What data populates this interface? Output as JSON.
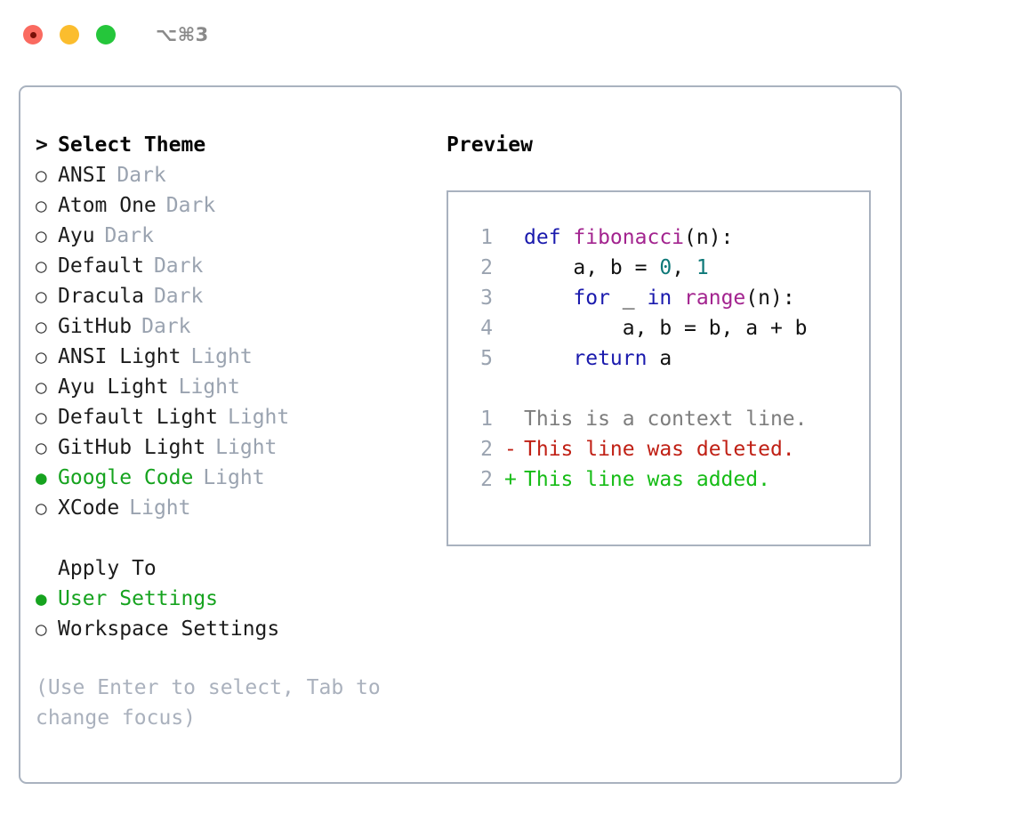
{
  "titlebar": {
    "shortcut": "⌥⌘3",
    "buttons": [
      "close",
      "minimize",
      "maximize"
    ]
  },
  "theme_picker": {
    "heading": "Select Theme",
    "heading_marker": ">",
    "bullet_unselected": "○",
    "bullet_selected": "●",
    "items": [
      {
        "label": "ANSI",
        "suffix": "Dark",
        "selected": false
      },
      {
        "label": "Atom One",
        "suffix": "Dark",
        "selected": false
      },
      {
        "label": "Ayu",
        "suffix": "Dark",
        "selected": false
      },
      {
        "label": "Default",
        "suffix": "Dark",
        "selected": false
      },
      {
        "label": "Dracula",
        "suffix": "Dark",
        "selected": false
      },
      {
        "label": "GitHub",
        "suffix": "Dark",
        "selected": false
      },
      {
        "label": "ANSI Light",
        "suffix": "Light",
        "selected": false
      },
      {
        "label": "Ayu Light",
        "suffix": "Light",
        "selected": false
      },
      {
        "label": "Default Light",
        "suffix": "Light",
        "selected": false
      },
      {
        "label": "GitHub Light",
        "suffix": "Light",
        "selected": false
      },
      {
        "label": "Google Code",
        "suffix": "Light",
        "selected": true
      },
      {
        "label": "XCode",
        "suffix": "Light",
        "selected": false
      }
    ]
  },
  "apply_to": {
    "heading": "Apply To",
    "items": [
      {
        "label": "User Settings",
        "selected": true
      },
      {
        "label": "Workspace Settings",
        "selected": false
      }
    ]
  },
  "hint": "(Use Enter to select, Tab to change focus)",
  "preview": {
    "title": "Preview",
    "code_lines": [
      {
        "no": "1",
        "marker": "",
        "indent": 0,
        "tokens": [
          {
            "t": "def ",
            "c": "kw"
          },
          {
            "t": "fibonacci",
            "c": "fn"
          },
          {
            "t": "(n):",
            "c": "txt"
          }
        ]
      },
      {
        "no": "2",
        "marker": "",
        "indent": 1,
        "tokens": [
          {
            "t": "a, b = ",
            "c": "txt"
          },
          {
            "t": "0",
            "c": "num"
          },
          {
            "t": ", ",
            "c": "txt"
          },
          {
            "t": "1",
            "c": "num"
          }
        ]
      },
      {
        "no": "3",
        "marker": "",
        "indent": 1,
        "tokens": [
          {
            "t": "for ",
            "c": "kw"
          },
          {
            "t": "_ ",
            "c": "txt"
          },
          {
            "t": "in ",
            "c": "kw"
          },
          {
            "t": "range",
            "c": "fn"
          },
          {
            "t": "(n):",
            "c": "txt"
          }
        ]
      },
      {
        "no": "4",
        "marker": "",
        "indent": 2,
        "tokens": [
          {
            "t": "a, b = b, a + b",
            "c": "txt"
          }
        ]
      },
      {
        "no": "5",
        "marker": "",
        "indent": 1,
        "tokens": [
          {
            "t": "return ",
            "c": "kw"
          },
          {
            "t": "a",
            "c": "txt"
          }
        ]
      }
    ],
    "diff_lines": [
      {
        "no": "1",
        "marker": "",
        "text": "This is a context line.",
        "c": "ctx"
      },
      {
        "no": "2",
        "marker": "-",
        "text": "This line was deleted.",
        "c": "del"
      },
      {
        "no": "2",
        "marker": "+",
        "text": "This line was added.",
        "c": "add"
      }
    ]
  },
  "colors": {
    "accent_green": "#16a31f",
    "border": "#a9b2bf",
    "muted": "#9aa3b0",
    "keyword": "#1a1aad",
    "function": "#a3248f",
    "number": "#0d7878",
    "diff_delete": "#c02015",
    "diff_add": "#16bc16"
  }
}
